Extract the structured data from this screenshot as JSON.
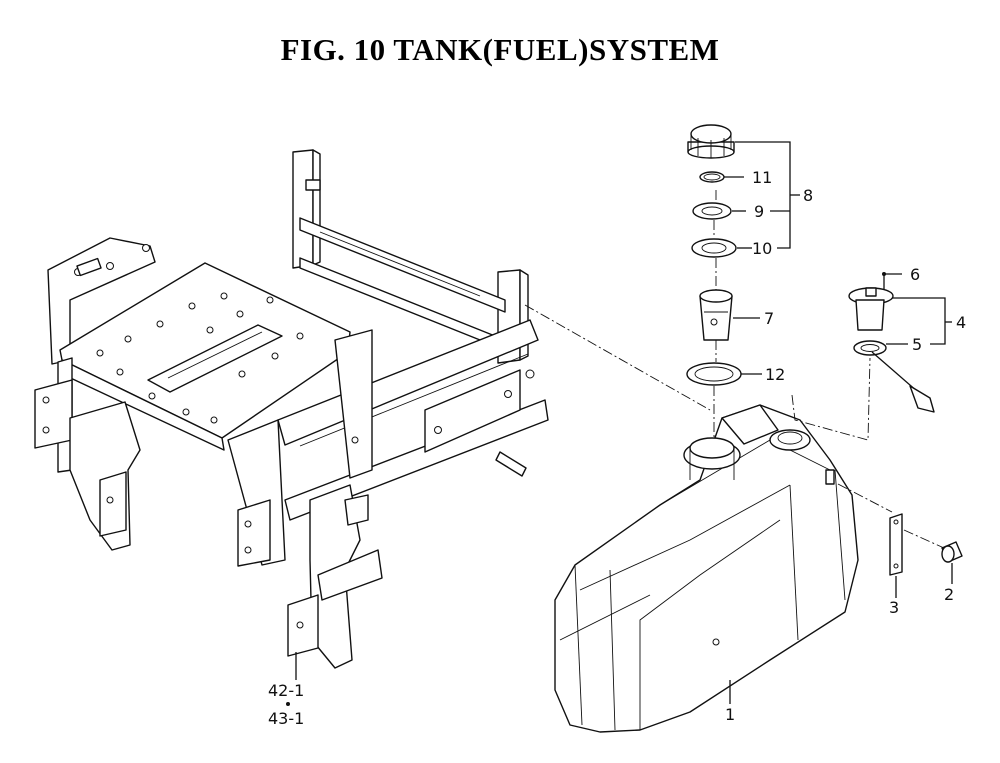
{
  "title": "FIG. 10  TANK(FUEL)SYSTEM",
  "callouts": {
    "c1": "1",
    "c2": "2",
    "c3": "3",
    "c4": "4",
    "c5": "5",
    "c6": "6",
    "c7": "7",
    "c8": "8",
    "c9": "9",
    "c10": "10",
    "c11": "11",
    "c12": "12",
    "c42": "42-1",
    "c43": "43-1"
  }
}
